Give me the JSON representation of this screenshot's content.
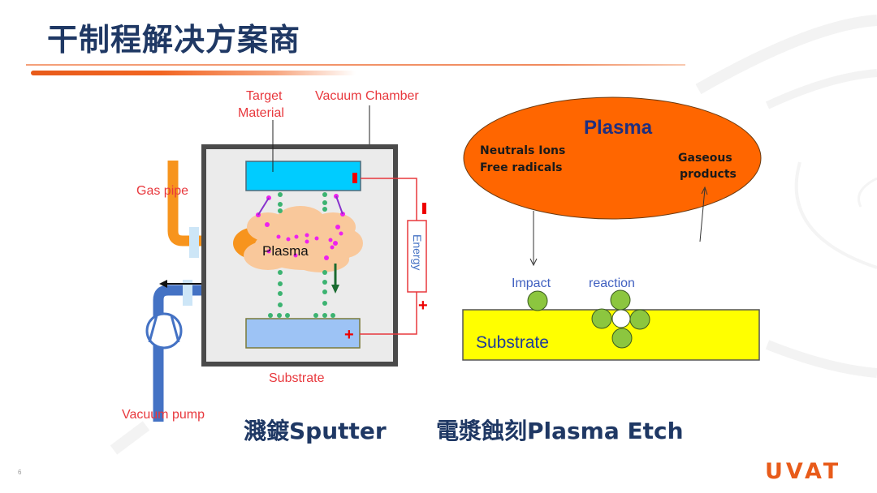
{
  "slide": {
    "title": "干制程解决方案商",
    "page_number": "6",
    "logo_text": "UVAT"
  },
  "colors": {
    "title": "#1f3864",
    "accent": "#f26522",
    "label_red": "#e8383d",
    "label_blue": "#4472c4",
    "target": "#00ccff",
    "substrate_left": "#9dc3f5",
    "plasma_cloud": "#f9c89b",
    "gas_pipe": "#f7941d",
    "vacuum_pipe": "#4472c4",
    "plasma_ellipse": "#ff6600",
    "substrate_right": "#ffff00",
    "particle_green": "#8cc63f"
  },
  "sputter_diagram": {
    "caption": "濺鍍Sputter",
    "labels": {
      "target_material_line1": "Target",
      "target_material_line2": "Material",
      "vacuum_chamber": "Vacuum Chamber",
      "gas_pipe": "Gas pipe",
      "plasma": "Plasma",
      "energy": "Energy",
      "substrate": "Substrate",
      "vacuum_pump": "Vacuum pump",
      "minus_sign": "−",
      "plus_sign": "+"
    }
  },
  "etch_diagram": {
    "caption": "電漿蝕刻Plasma Etch",
    "labels": {
      "plasma": "Plasma",
      "neutrals_ions": "Neutrals  Ions",
      "free_radicals": "Free radicals",
      "gaseous": "Gaseous",
      "products": "products",
      "impact": "Impact",
      "reaction": "reaction",
      "substrate": "Substrate"
    }
  }
}
